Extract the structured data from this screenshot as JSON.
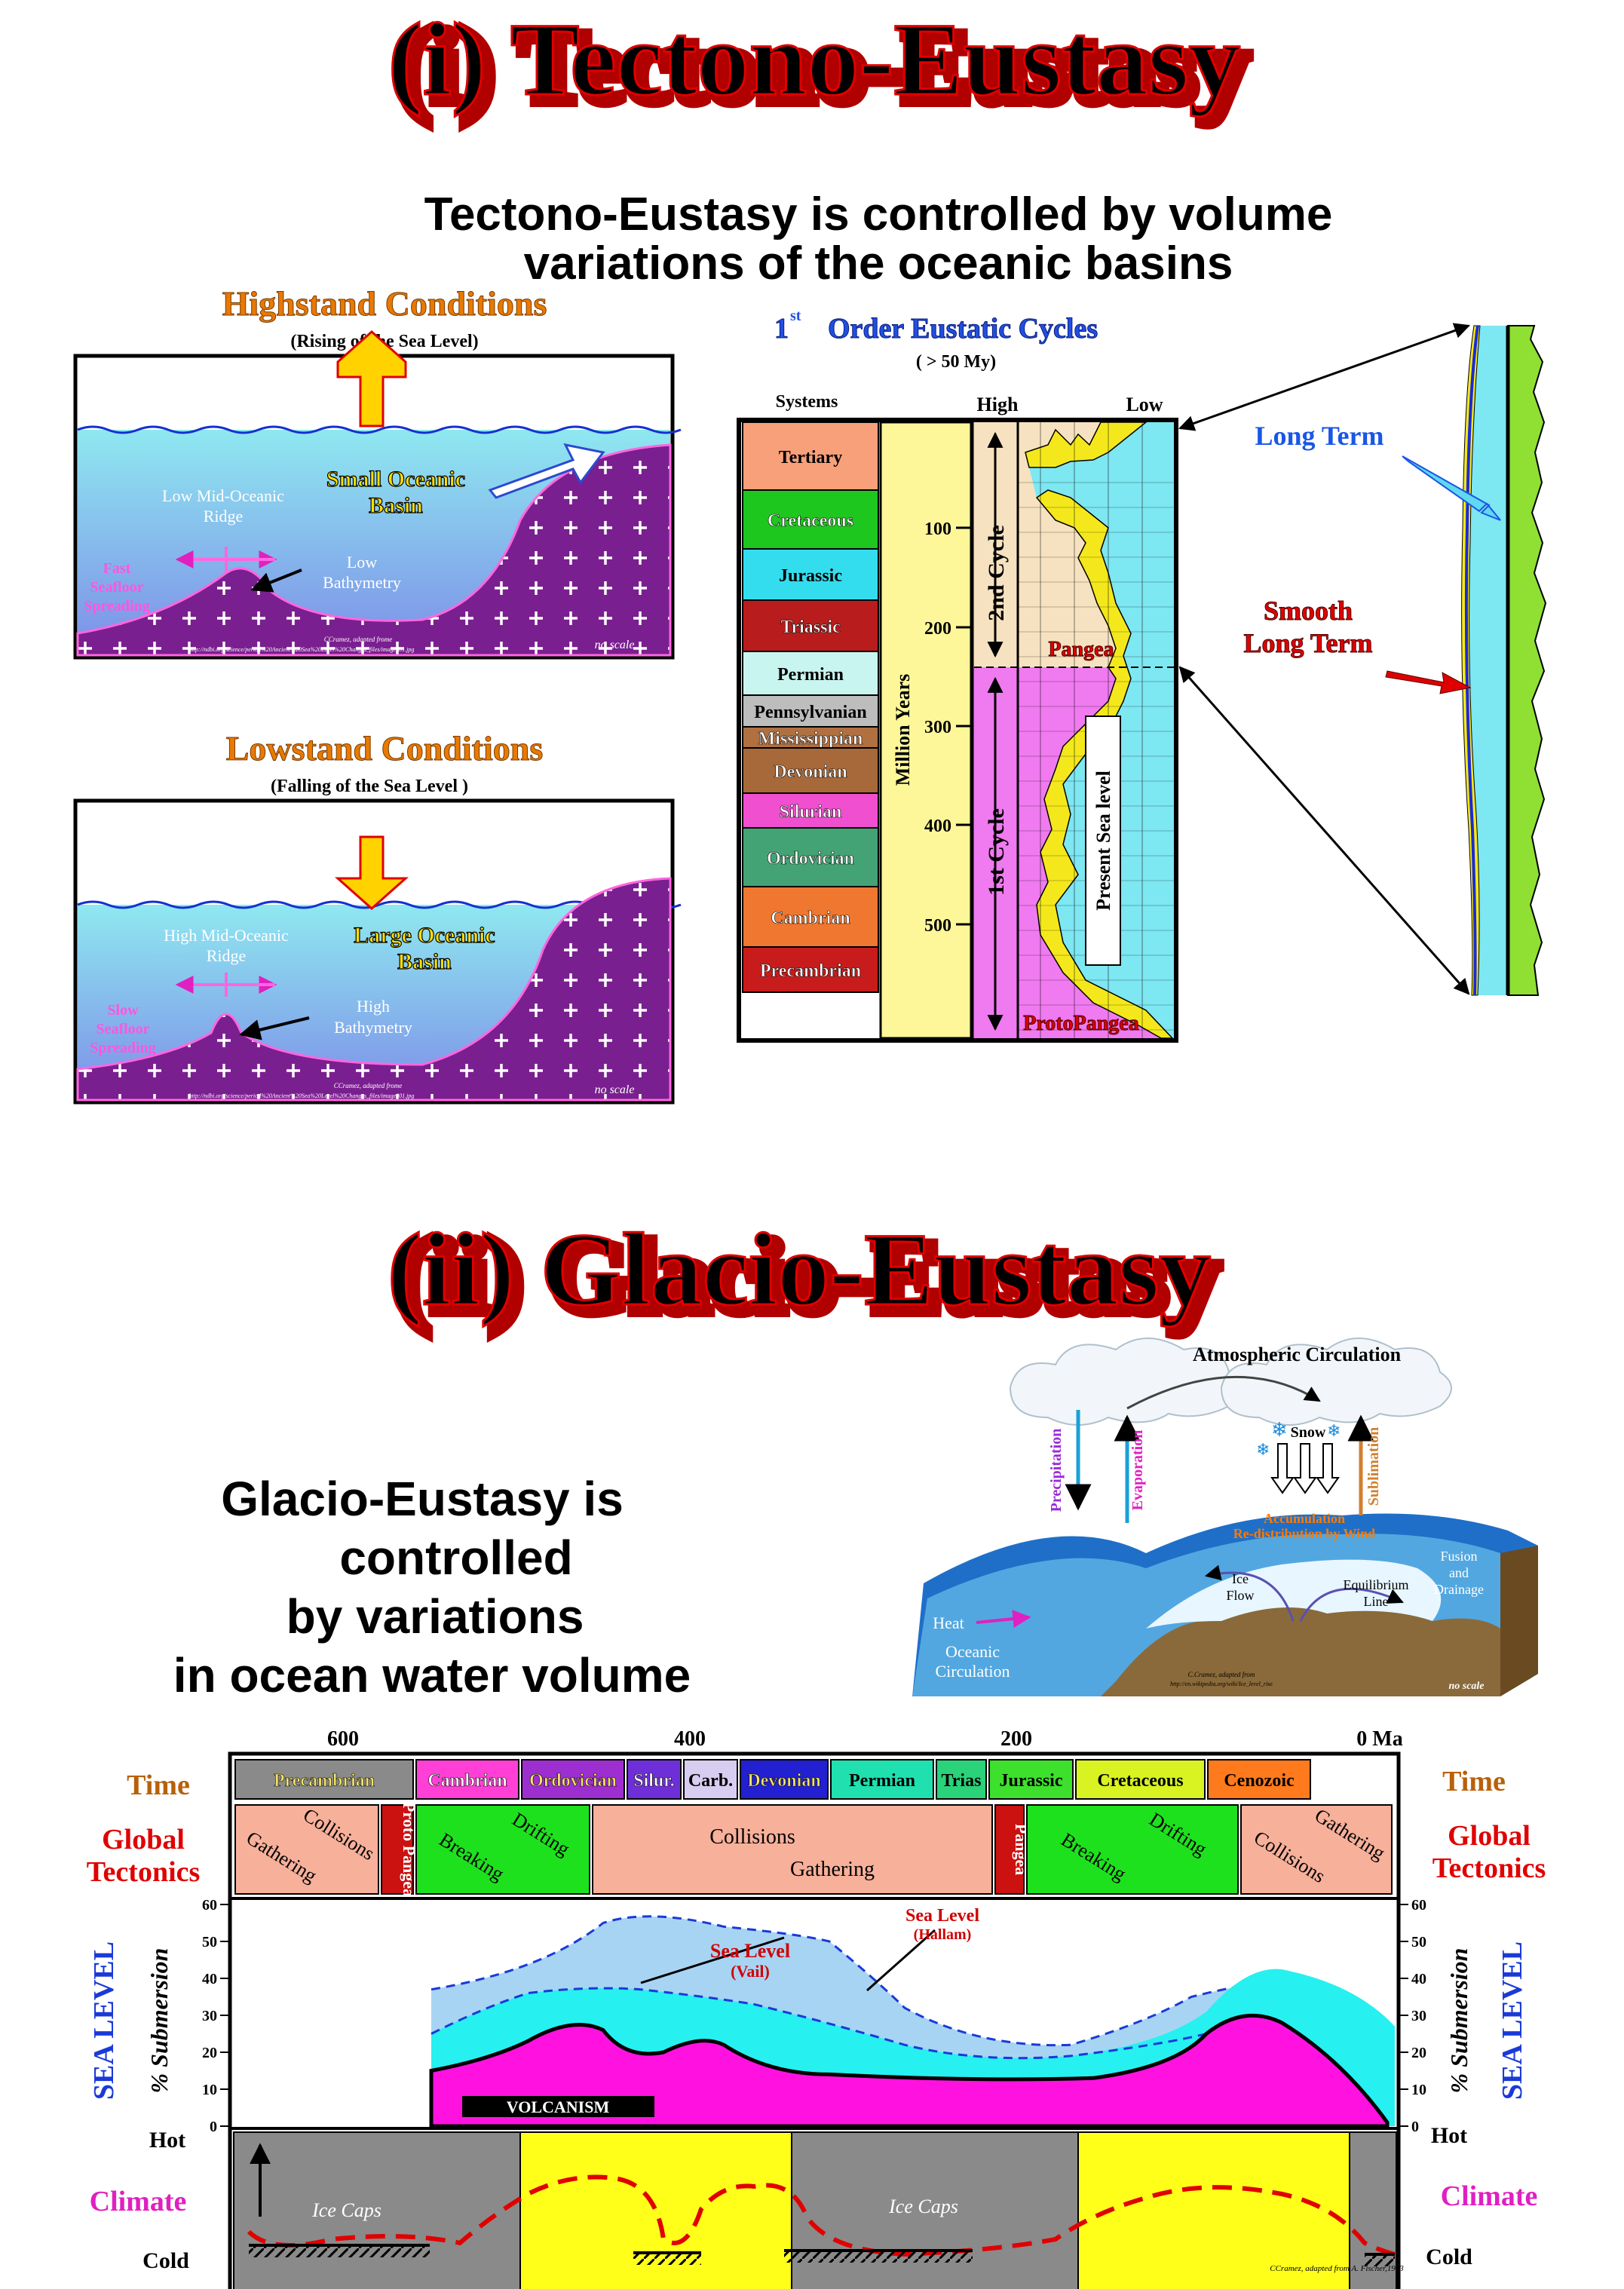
{
  "section1": {
    "title": "(i) Tectono-Eustasy",
    "intro_line1": "Tectono-Eustasy is controlled by volume",
    "intro_line2": "variations of the oceanic basins",
    "highstand": {
      "title": "Highstand Conditions",
      "subtitle": "(Rising of the Sea Level)",
      "ridge_label": [
        "Low Mid-Oceanic",
        "Ridge"
      ],
      "spreading_label": [
        "Fast",
        "Seafloor",
        "Spreading"
      ],
      "bathymetry_label": [
        "Low",
        "Bathymetry"
      ],
      "basin_label": [
        "Small Oceanic",
        "Basin"
      ],
      "credit": "CCramez, adapted frome",
      "credit_url": "http://ndbi.org/science/period%20Ancient%20Sea%20Level%20Changes_files/image001.jpg",
      "scale": "no scale"
    },
    "lowstand": {
      "title": "Lowstand Conditions",
      "subtitle": "(Falling of the Sea Level )",
      "ridge_label": [
        "High Mid-Oceanic",
        "Ridge"
      ],
      "spreading_label": [
        "Slow",
        "Seafloor",
        "Spreading"
      ],
      "bathymetry_label": [
        "High",
        "Bathymetry"
      ],
      "basin_label": [
        "Large Oceanic",
        "Basin"
      ],
      "credit": "CCramez, adapted frome",
      "credit_url": "http://ndbi.org/science/period%20Ancient%20Sea%20Level%20Changes_files/image001.jpg",
      "scale": "no scale"
    },
    "cycles": {
      "title_sup": "st",
      "title_pre": "1",
      "title_rest": "Order Eustatic Cycles",
      "subtitle": "( > 50 My)",
      "systems_label": "Systems",
      "high_label": "High",
      "low_label": "Low",
      "axis_label": "Million Years",
      "ticks": [
        "100",
        "200",
        "300",
        "400",
        "500"
      ],
      "cycle2": "2nd Cycle",
      "cycle1": "1st Cycle",
      "present": "Present Sea level",
      "pangea": "Pangea",
      "protopangea": "ProtoPangea",
      "systems": [
        {
          "name": "Tertiary",
          "color": "#f7a07a"
        },
        {
          "name": "Cretaceous",
          "color": "#1ec71e"
        },
        {
          "name": "Jurassic",
          "color": "#33ddee"
        },
        {
          "name": "Triassic",
          "color": "#b81c1c"
        },
        {
          "name": "Permian",
          "color": "#c9f5f0"
        },
        {
          "name": "Pennsylvanian",
          "color": "#bdbdbd"
        },
        {
          "name": "Mississippian",
          "color": "#b07040"
        },
        {
          "name": "Devonian",
          "color": "#a8693a"
        },
        {
          "name": "Silurian",
          "color": "#f04fd0"
        },
        {
          "name": "Ordovician",
          "color": "#44a374"
        },
        {
          "name": "Cambrian",
          "color": "#ef7730"
        },
        {
          "name": "Precambrian",
          "color": "#c81c1c"
        }
      ]
    },
    "long_term": "Long Term",
    "smooth_long_term": [
      "Smooth",
      "Long Term"
    ]
  },
  "section2": {
    "title": "(ii) Glacio-Eustasy",
    "intro": [
      "Glacio-Eustasy is",
      "controlled",
      "by variations",
      "in ocean water volume"
    ],
    "cycle_diagram": {
      "atmospheric": "Atmospheric Circulation",
      "precipitation": "Precipitation",
      "evaporation": "Evaporation",
      "snow": "Snow",
      "sublimation": "Sublimation",
      "accumulation": [
        "Accumulation",
        "Re-distribution by Wind"
      ],
      "ice_flow": [
        "Ice",
        "Flow"
      ],
      "equilibrium": [
        "Equilibrium",
        "Line"
      ],
      "fusion": [
        "Fusion",
        "and",
        "Drainage"
      ],
      "heat": "Heat",
      "oceanic": [
        "Oceanic",
        "Circulation"
      ],
      "credit": [
        "C.Cramez, adapted from",
        "http://en.wikipedia.org/wiki/Ice_level_rise"
      ],
      "scale": "no scale"
    },
    "sea_level_chart": {
      "time_ticks": [
        "600",
        "400",
        "200",
        "0 Ma"
      ],
      "time_label": "Time",
      "tectonics_label": [
        "Global",
        "Tectonics"
      ],
      "sea_level_label": "SEA LEVEL",
      "submersion_label": "% Submersion",
      "y_ticks": [
        "0",
        "10",
        "20",
        "30",
        "40",
        "50",
        "60"
      ],
      "hot": "Hot",
      "cold": "Cold",
      "climate": "Climate",
      "ice_caps": "Ice Caps",
      "volcanism": "VOLCANISM",
      "vail_label": [
        "Sea Level",
        "(Vail)"
      ],
      "hallam_label": [
        "Sea Level",
        "(Hallam)"
      ],
      "credit": "CCramez, adapted from A. Fischer,1983",
      "periods": [
        {
          "name": "Precambrian",
          "color": "#8a8a8a",
          "text": "#f4e46a"
        },
        {
          "name": "Cambrian",
          "color": "#ff3fd6",
          "text": "#ffffff"
        },
        {
          "name": "Ordovician",
          "color": "#9d2ecf",
          "text": "#f4e46a"
        },
        {
          "name": "Silur.",
          "color": "#6f2fd8",
          "text": "#ffffff"
        },
        {
          "name": "Carb.",
          "color": "#d6cdf0",
          "text": "#000000"
        },
        {
          "name": "Devonian",
          "color": "#2220d0",
          "text": "#f4e46a"
        },
        {
          "name": "Permian",
          "color": "#20e0b0",
          "text": "#000000"
        },
        {
          "name": "Trias",
          "color": "#2ad27a",
          "text": "#000000"
        },
        {
          "name": "Jurassic",
          "color": "#3de02c",
          "text": "#000000"
        },
        {
          "name": "Cretaceous",
          "color": "#d8f222",
          "text": "#000000"
        },
        {
          "name": "Cenozoic",
          "color": "#ff7a1c",
          "text": "#000000"
        }
      ],
      "tectonics": [
        {
          "text": [
            "Gathering",
            "Collisions"
          ],
          "color": "#f7b09a"
        },
        {
          "text": [
            "Proto",
            "Pangea"
          ],
          "color": "#cc1111"
        },
        {
          "text": [
            "Breaking",
            "Drifting"
          ],
          "color": "#1ee11e"
        },
        {
          "text": [
            "Collisions",
            "Gathering"
          ],
          "color": "#f7b09a"
        },
        {
          "text": [
            "Pangea"
          ],
          "color": "#cc1111"
        },
        {
          "text": [
            "Breaking",
            "Drifting"
          ],
          "color": "#1ee11e"
        },
        {
          "text": [
            "Collisions",
            "Gathering"
          ],
          "color": "#f7b09a"
        }
      ]
    }
  }
}
